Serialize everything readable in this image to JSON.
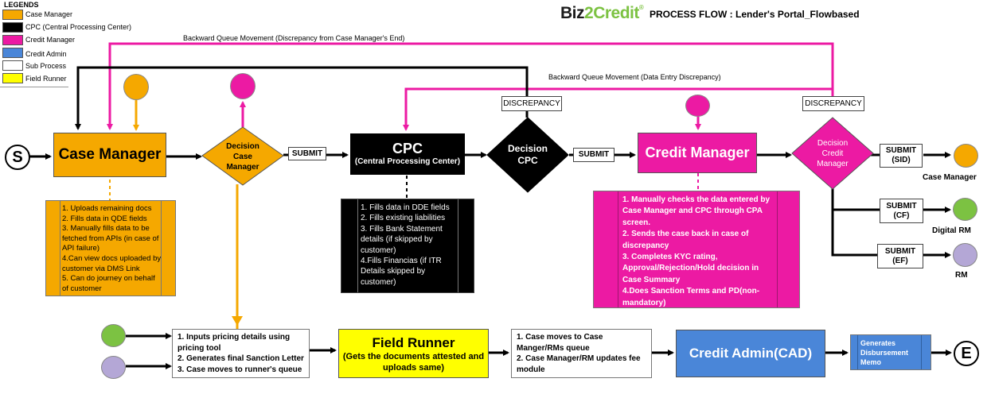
{
  "title": {
    "brand_left": "Biz",
    "brand_num": "2",
    "brand_right": "Credit",
    "brand_mark": "®",
    "heading": "PROCESS FLOW : Lender's Portal_Flowbased"
  },
  "legend": {
    "title": "LEGENDS",
    "items": [
      {
        "label": "Case Manager",
        "color": "#F5A800"
      },
      {
        "label": "CPC (Central Processing Center)",
        "color": "#000000"
      },
      {
        "label": "Credit Manager",
        "color": "#EC1AA3"
      },
      {
        "label": "Credit Admin",
        "color": "#4A86D8"
      },
      {
        "label": "Sub Process",
        "color": "#FFFFFF"
      },
      {
        "label": "Field Runner",
        "color": "#FFFF00"
      }
    ]
  },
  "colors": {
    "case_manager": "#F5A800",
    "cpc": "#000000",
    "credit_manager": "#EC1AA3",
    "credit_admin": "#4A86D8",
    "field_runner": "#FFFF00",
    "green": "#7CC242",
    "lavender": "#B4A7D6"
  },
  "back_flows": {
    "case_manager_discrepancy": "Backward Queue Movement (Discrepancy from Case Manager's End)",
    "data_entry_discrepancy": "Backward Queue Movement (Data Entry Discrepancy)"
  },
  "terminals": {
    "start": "S",
    "end": "E"
  },
  "nodes": {
    "case_manager": "Case Manager",
    "decision_case_manager": [
      "Decision",
      "Case",
      "Manager"
    ],
    "cpc_title": "CPC",
    "cpc_subtitle": "(Central Processing Center)",
    "decision_cpc": [
      "Decision",
      "CPC"
    ],
    "credit_manager": "Credit Manager",
    "decision_credit_manager": [
      "Decision",
      "Credit",
      "Manager"
    ],
    "field_runner_title": "Field Runner",
    "field_runner_subtitle": "(Gets the documents attested and uploads same)",
    "credit_admin": "Credit Admin(CAD)",
    "disbursement": "Generates Disbursement Memo"
  },
  "labels": {
    "submit": "SUBMIT",
    "discrepancy": "DISCREPANCY",
    "submit_sid": [
      "SUBMIT",
      "(SID)"
    ],
    "submit_cf": [
      "SUBMIT",
      "(CF)"
    ],
    "submit_ef": [
      "SUBMIT",
      "(EF)"
    ],
    "out_case_manager": "Case Manager",
    "out_digital_rm": "Digital RM",
    "out_rm": "RM"
  },
  "descriptions": {
    "case_manager": [
      "1. Uploads remaining docs",
      "2. Fills data in QDE fields",
      "3. Manually fills data to be fetched from APIs (in case of API  failure)",
      "4.Can view docs uploaded by customer via DMS Link",
      "5. Can do journey on behalf of customer"
    ],
    "cpc": [
      "1. Fills data in DDE fields",
      "2. Fills existing liabilities",
      "3. Fills Bank Statement details (if skipped by customer)",
      "4.Fills Financias (if ITR Details skipped by customer)"
    ],
    "credit_manager": [
      "1. Manually checks the data entered by Case Manager and CPC through CPA screen.",
      "2. Sends the case back in case of discrepancy",
      "3. Completes KYC rating, Approval/Rejection/Hold decision in Case Summary",
      "4.Does Sanction Terms and PD(non-mandatory)"
    ],
    "pricing": [
      "1. Inputs pricing details using pricing tool",
      "2. Generates final Sanction Letter",
      "3. Case moves to runner's queue"
    ],
    "case_moves": [
      "1. Case moves to Case Manger/RMs queue",
      "2. Case Manager/RM updates fee module"
    ]
  }
}
